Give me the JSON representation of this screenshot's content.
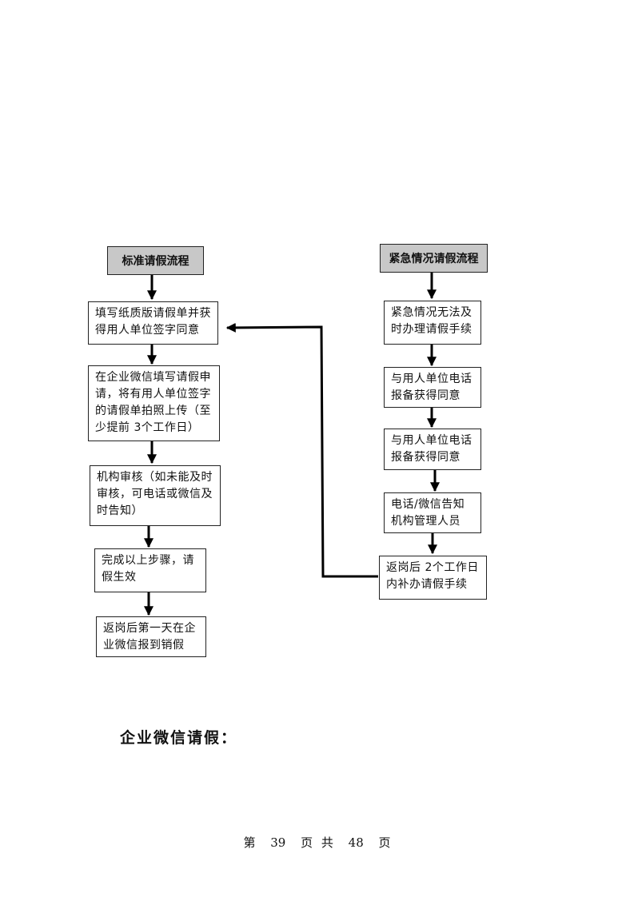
{
  "left_flow": {
    "title": "标准请假流程",
    "steps": [
      "填写纸质版请假单并获得用人单位签字同意",
      "在企业微信填写请假申请，将有用人单位签字的请假单拍照上传（至少提前 3个工作日）",
      "机构审核（如未能及时审核，可电话或微信及时告知）",
      "完成以上步骤，请假生效",
      "返岗后第一天在企业微信报到销假"
    ]
  },
  "right_flow": {
    "title": "紧急情况请假流程",
    "steps": [
      "紧急情况无法及时办理请假手续",
      "与用人单位电话报备获得同意",
      "与用人单位电话报备获得同意",
      "电话/微信告知机构管理人员",
      "返岗后 2个工作日内补办请假手续"
    ]
  },
  "section_heading": "企业微信请假：",
  "footer": {
    "prefix": "第",
    "current_page": "39",
    "middle": "页 共",
    "total_pages": "48",
    "suffix": "页"
  }
}
